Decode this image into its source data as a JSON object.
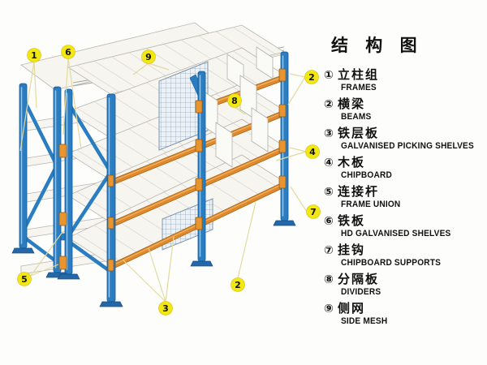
{
  "title": "结 构 图",
  "legend": {
    "items": [
      {
        "num": "①",
        "zh": "立柱组",
        "en": "FRAMES"
      },
      {
        "num": "②",
        "zh": "横梁",
        "en": "BEAMS"
      },
      {
        "num": "③",
        "zh": "铁层板",
        "en": "GALVANISED PICKING SHELVES"
      },
      {
        "num": "④",
        "zh": "木板",
        "en": "CHIPBOARD"
      },
      {
        "num": "⑤",
        "zh": "连接杆",
        "en": "FRAME UNION"
      },
      {
        "num": "⑥",
        "zh": "铁板",
        "en": "HD GALVANISED SHELVES"
      },
      {
        "num": "⑦",
        "zh": "挂钩",
        "en": "CHIPBOARD SUPPORTS"
      },
      {
        "num": "⑧",
        "zh": "分隔板",
        "en": "DIVIDERS"
      },
      {
        "num": "⑨",
        "zh": "侧网",
        "en": "SIDE MESH"
      }
    ]
  },
  "callouts": {
    "frames": "1",
    "hd_shelves": "6",
    "side_mesh": "9",
    "beams_upper": "2",
    "dividers": "8",
    "chipboard": "4",
    "supports": "7",
    "frame_union": "5",
    "picking_shelves": "3",
    "beams_lower": "2"
  },
  "colors": {
    "background": "#fdfdfc",
    "ink": "#111111",
    "frame_blue": "#2a7dc0",
    "beam_orange": "#e0892c",
    "callout_yellow": "#f2e713",
    "leader_line": "#e3daa0",
    "mesh_line": "#93a7bb"
  }
}
